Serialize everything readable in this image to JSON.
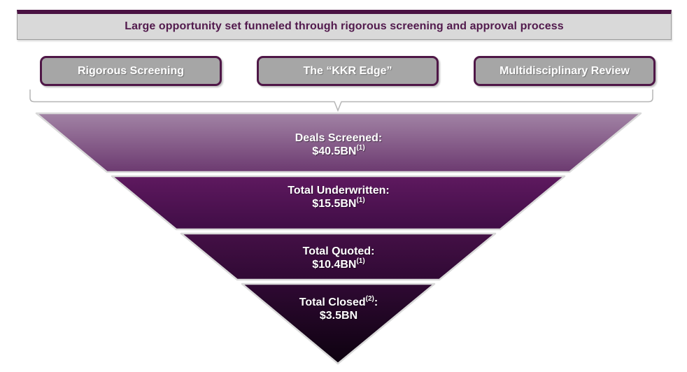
{
  "banner": {
    "title": "Large opportunity set funneled through rigorous screening and approval process"
  },
  "process_boxes": [
    {
      "label": "Rigorous Screening"
    },
    {
      "label": "The “KKR Edge”"
    },
    {
      "label": "Multidisciplinary Review"
    }
  ],
  "funnel": {
    "sections": [
      {
        "label": "Deals Screened:",
        "label_sup": "",
        "label_suffix": "",
        "value": "$40.5BN",
        "value_sup": "(1)",
        "amount_bn": 40.5
      },
      {
        "label": "Total Underwritten:",
        "label_sup": "",
        "label_suffix": "",
        "value": "$15.5BN",
        "value_sup": "(1)",
        "amount_bn": 15.5
      },
      {
        "label": "Total Quoted:",
        "label_sup": "",
        "label_suffix": "",
        "value": "$10.4BN",
        "value_sup": "(1)",
        "amount_bn": 10.4
      },
      {
        "label": "Total Closed",
        "label_sup": "(2)",
        "label_suffix": ":",
        "value": "$3.5BN",
        "value_sup": "",
        "amount_bn": 3.5
      }
    ]
  },
  "colors": {
    "accent_purple": "#4f1747",
    "banner_bg": "#d9d9d9",
    "banner_text": "#521a4d",
    "box_bg": "#a6a6a6",
    "box_text": "#ffffff",
    "bracket_gray": "#b5b5b5",
    "funnel_outline": "#d9d9d9",
    "stage_gradients": [
      [
        "#a283a5",
        "#6c3a70"
      ],
      [
        "#5e195f",
        "#400d46"
      ],
      [
        "#441046",
        "#300934"
      ],
      [
        "#2f0933",
        "#0d020f"
      ]
    ]
  }
}
